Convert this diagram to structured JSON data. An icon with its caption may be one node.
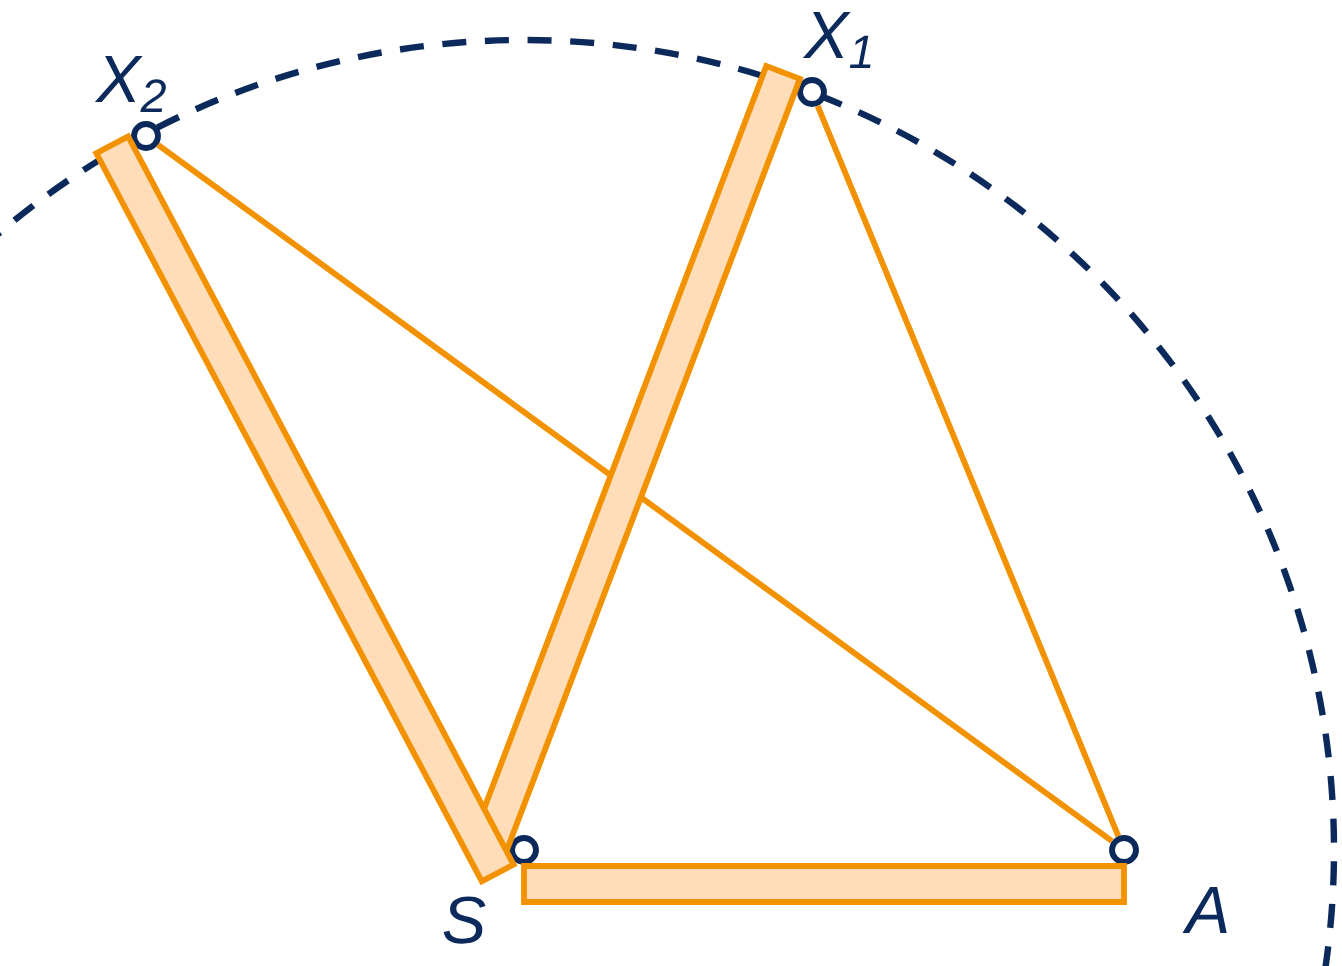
{
  "diagram": {
    "nodes": [
      {
        "text": [],
        "shape": "circle",
        "beside": [
          "X$_{2}$"
        ]
      },
      {
        "text": [],
        "shape": "circle",
        "beside": [
          "X$_{1}$"
        ]
      },
      {
        "text": [],
        "shape": "circle",
        "beside": [
          "S"
        ]
      },
      {
        "text": [],
        "shape": "circle",
        "beside": [
          "A"
        ]
      }
    ],
    "edges": [
      {
        "from": 0,
        "to": 3,
        "arrow": "none"
      },
      {
        "from": 1,
        "to": 3,
        "arrow": "none"
      },
      {
        "from": 2,
        "to": 3,
        "arrow": "none",
        "style": "thick"
      },
      {
        "from": 2,
        "to": 1,
        "arrow": "none",
        "style": "thick"
      },
      {
        "from": 2,
        "to": 0,
        "arrow": "none",
        "style": "thick"
      }
    ]
  }
}
